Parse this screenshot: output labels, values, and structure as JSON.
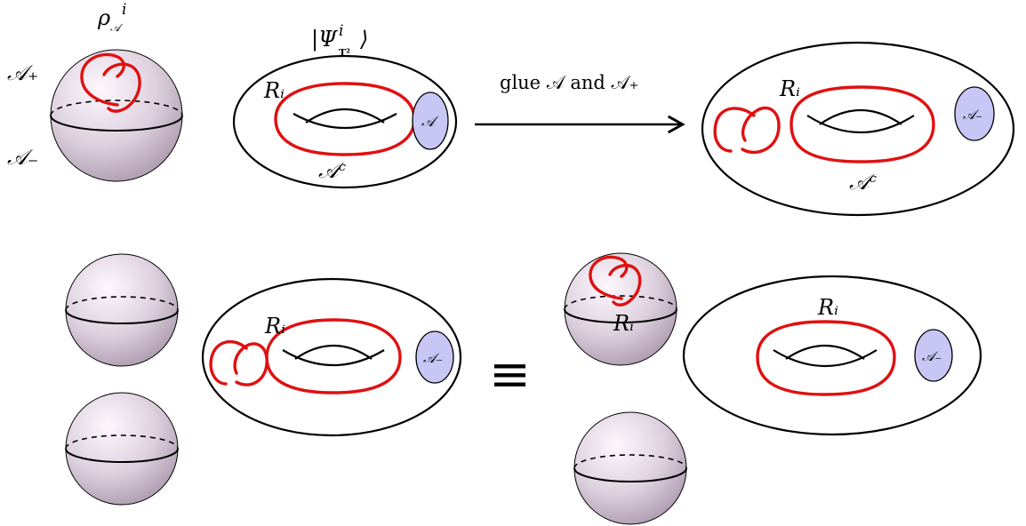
{
  "labels": {
    "rho": "ρ",
    "rho_sub": "𝒜",
    "rho_sup": "i",
    "psi_open": "|Ψ",
    "psi_sup": "i",
    "psi_sub": "T²",
    "psi_close": "⟩",
    "a_plus": "𝒜₊",
    "a_minus": "𝒜₋",
    "r_i": "Rᵢ",
    "a_disc": "𝒜",
    "a_c": "𝒜ᶜ",
    "glue_caption": "glue 𝒜 and 𝒜₊",
    "equiv": "≡"
  },
  "colors": {
    "loop": "#e01010",
    "disc_fill": "#c8c6f4",
    "sphere_light": "#fdf8fd",
    "sphere_dark": "#a896aa",
    "outline": "#000000"
  }
}
